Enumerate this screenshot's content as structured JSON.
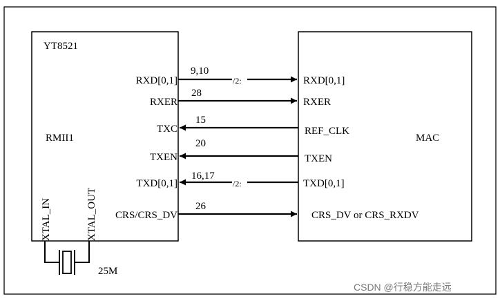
{
  "phy": {
    "title": "YT8521",
    "mode": "RMII1",
    "pins": {
      "rxd": "RXD[0,1]",
      "rxer": "RXER",
      "txc": "TXC",
      "txen": "TXEN",
      "txd": "TXD[0,1]",
      "crs": "CRS/CRS_DV"
    },
    "xtal_in": "XTAL_IN",
    "xtal_out": "XTAL_OUT",
    "crystal_freq": "25M"
  },
  "mac": {
    "title": "MAC",
    "pins": {
      "rxd": "RXD[0,1]",
      "rxer": "RXER",
      "ref_clk": "REF_CLK",
      "txen": "TXEN",
      "txd": "TXD[0,1]",
      "crs": "CRS_DV or CRS_RXDV"
    }
  },
  "signals": {
    "rxd_num": "9,10",
    "rxer_num": "28",
    "txc_num": "15",
    "txen_num": "20",
    "txd_num": "16,17",
    "crs_num": "26",
    "bus_width_rxd": "/2:",
    "bus_width_txd": "/2:"
  },
  "watermark": "CSDN @行稳方能走远"
}
